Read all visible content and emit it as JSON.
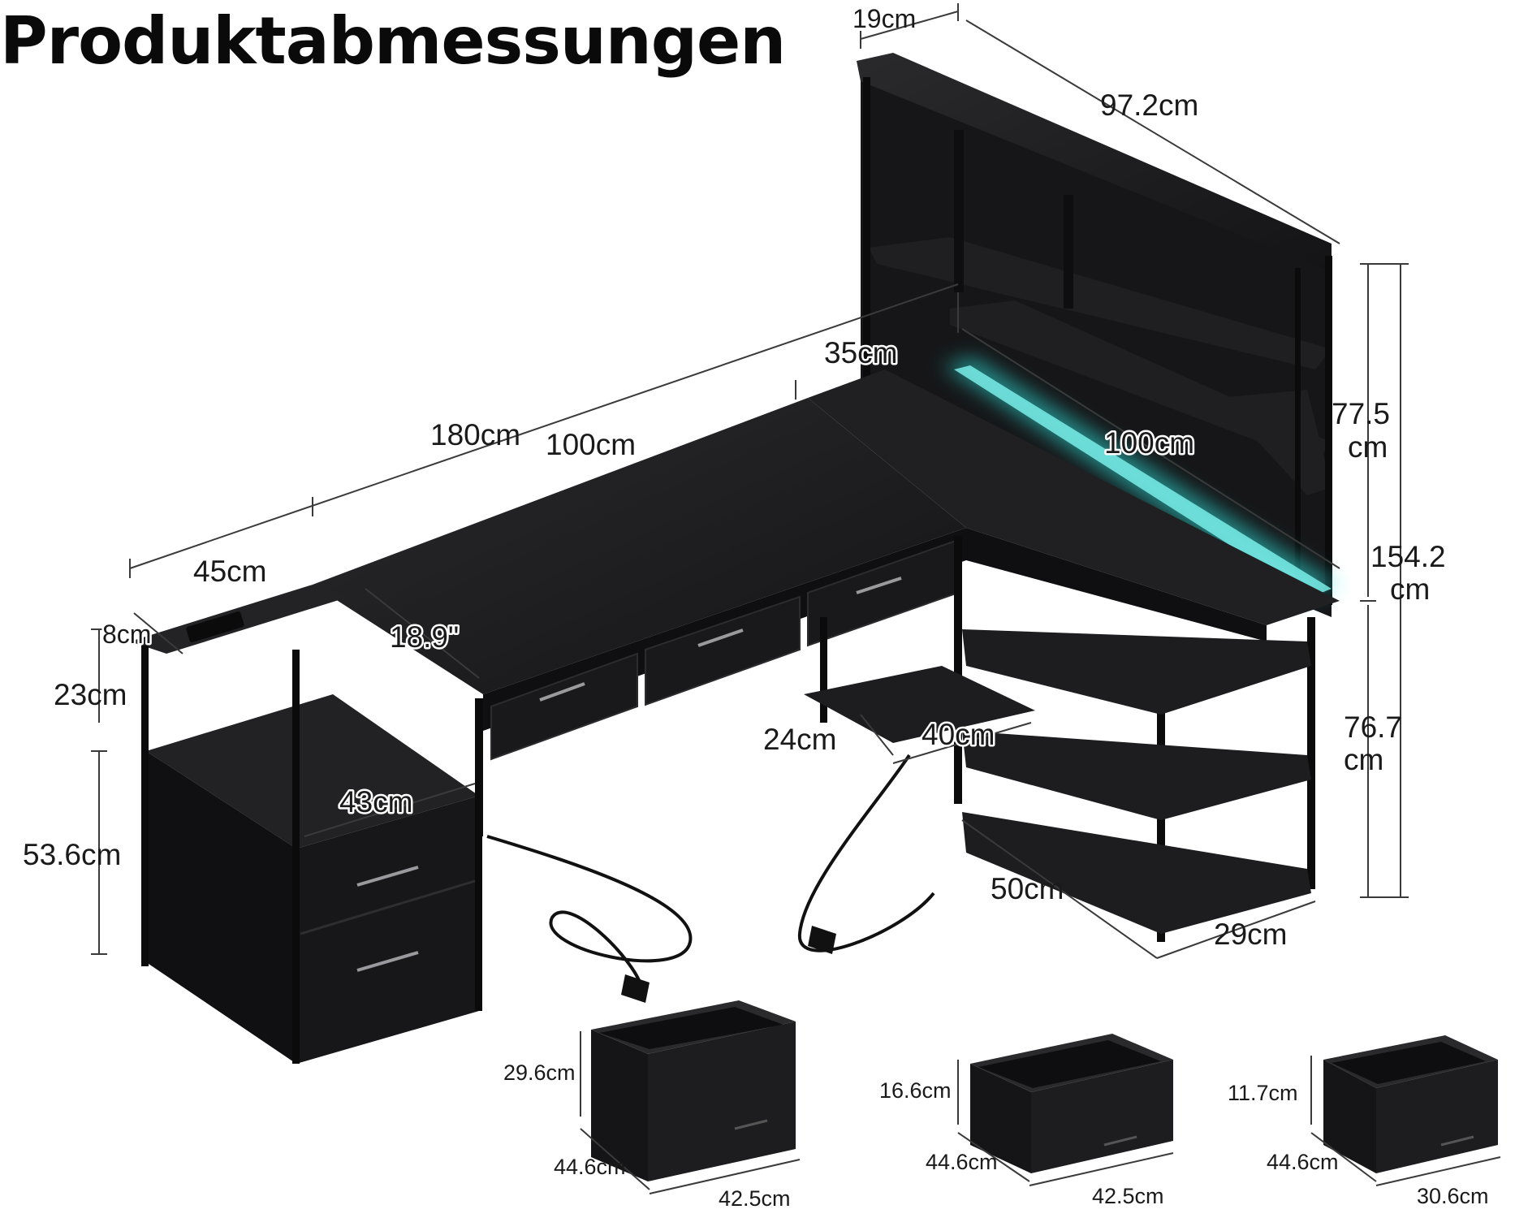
{
  "title": "Produktabmessungen",
  "colors": {
    "furniture": "#1c1c1e",
    "frame": "#111113",
    "led_glow": "#2fe6e0",
    "background": "#ffffff",
    "text": "#1a1a1a"
  },
  "dimensions": {
    "hutch_depth": "19cm",
    "hutch_width": "97.2cm",
    "hutch_shelf_depth": "35cm",
    "total_length": "180cm",
    "desk_main_length": "100cm",
    "desk_return_length": "100cm",
    "hutch_height": "77.5",
    "hutch_height_unit": "cm",
    "total_height": "154.2",
    "total_height_unit": "cm",
    "desk_height": "76.7",
    "desk_height_unit": "cm",
    "cabinet_top_width": "45cm",
    "cabinet_riser": "8cm",
    "drawer_opening": "18.9\"",
    "cabinet_shelf_height": "23cm",
    "cabinet_height": "53.6cm",
    "cabinet_width": "43cm",
    "footrest_depth": "24cm",
    "footrest_width": "40cm",
    "return_depth": "50cm",
    "return_shelf_depth": "29cm"
  },
  "drawers": [
    {
      "height": "29.6cm",
      "width": "44.6cm",
      "depth": "42.5cm"
    },
    {
      "height": "16.6cm",
      "width": "44.6cm",
      "depth": "42.5cm"
    },
    {
      "height": "11.7cm",
      "width": "44.6cm",
      "depth": "30.6cm"
    }
  ]
}
